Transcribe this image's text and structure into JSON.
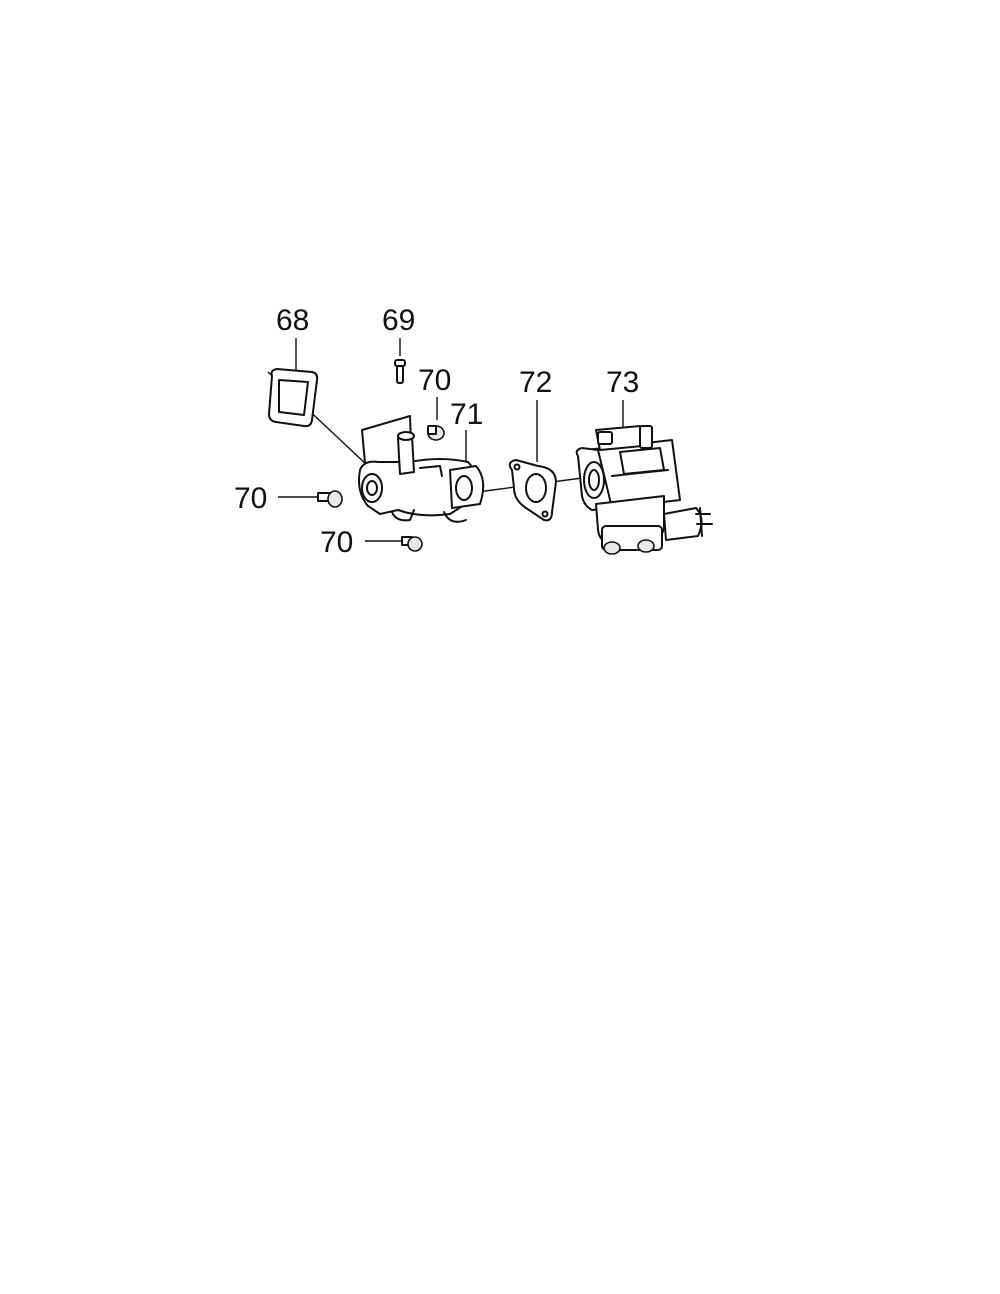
{
  "callouts": {
    "p68": "68",
    "p69": "69",
    "p70_top": "70",
    "p70_left": "70",
    "p70_bottom": "70",
    "p71": "71",
    "p72": "72",
    "p73": "73"
  },
  "parts": [
    {
      "id": "68",
      "name": "square gasket"
    },
    {
      "id": "69",
      "name": "screw"
    },
    {
      "id": "70",
      "name": "bolt"
    },
    {
      "id": "71",
      "name": "intake elbow"
    },
    {
      "id": "72",
      "name": "carburetor gasket"
    },
    {
      "id": "73",
      "name": "carburetor"
    }
  ]
}
